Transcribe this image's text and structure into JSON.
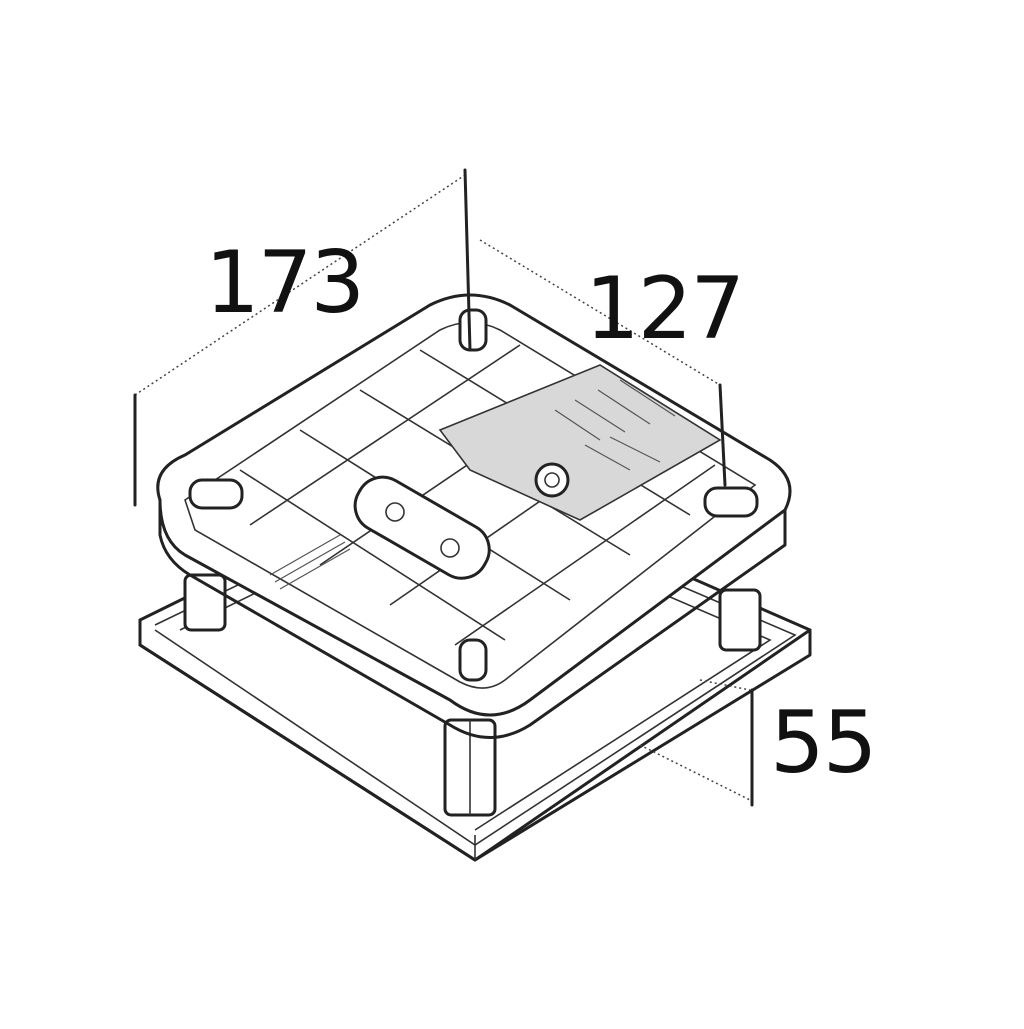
{
  "dimensions": {
    "width_label": "173",
    "depth_label": "127",
    "height_label": "55"
  },
  "colors": {
    "line": "#222222",
    "background": "#ffffff",
    "shade": "#d8d8d8"
  }
}
